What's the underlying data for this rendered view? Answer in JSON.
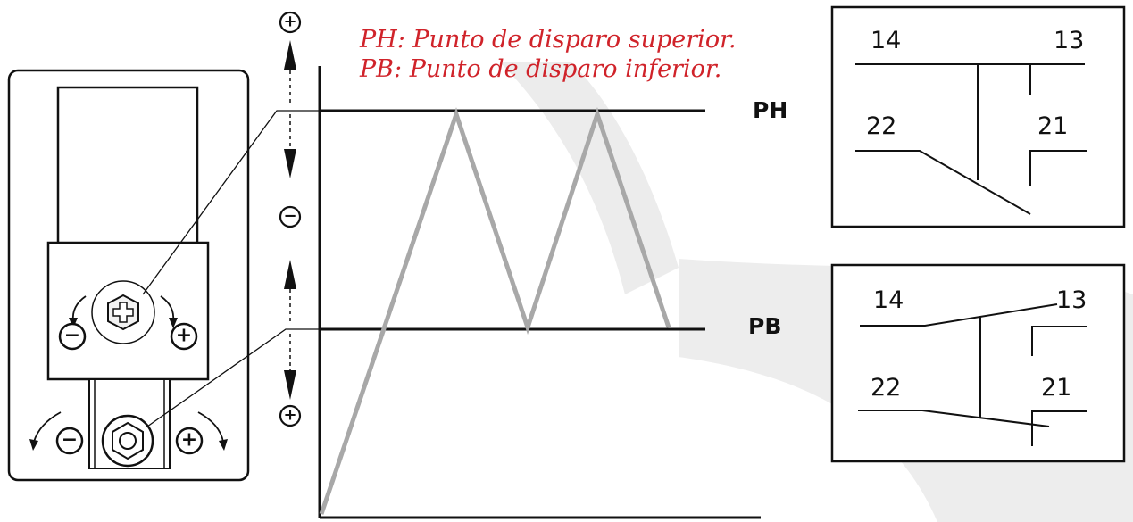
{
  "legend": {
    "ph_line": "PH: Punto de disparo superior.",
    "pb_line": "PB: Punto de disparo inferior.",
    "color": "#d0232a"
  },
  "levels": {
    "ph_label": "PH",
    "pb_label": "PB"
  },
  "signs": {
    "plus": "+",
    "minus": "−"
  },
  "contacts_ph": {
    "t14": "14",
    "t13": "13",
    "t22": "22",
    "t21": "21"
  },
  "contacts_pb": {
    "t14": "14",
    "t13": "13",
    "t22": "22",
    "t21": "21"
  },
  "colors": {
    "wave": "#a8a8a8",
    "line": "#111111",
    "watermark": "#ebebeb"
  }
}
